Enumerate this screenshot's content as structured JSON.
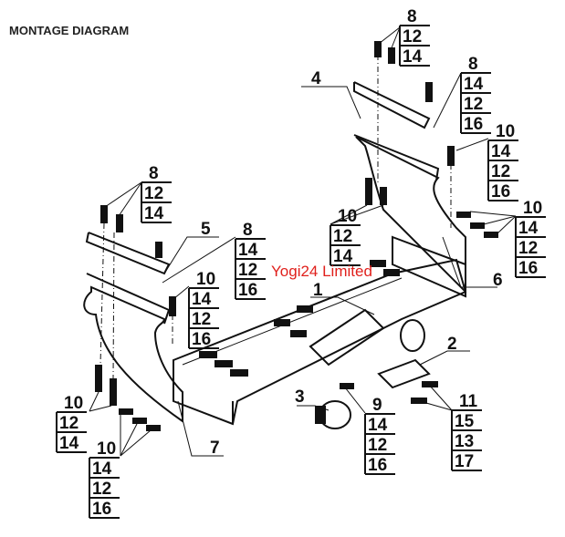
{
  "title": "MONTAGE DIAGRAM",
  "watermark": "Yogi24 Limited",
  "part_labels": {
    "p1": "1",
    "p2": "2",
    "p3": "3",
    "p4": "4",
    "p5": "5",
    "p6": "6",
    "p7": "7"
  },
  "callouts": {
    "top_right_a": [
      "8",
      "12",
      "14"
    ],
    "top_right_b": [
      "8",
      "14",
      "12",
      "16"
    ],
    "right_c": [
      "10",
      "14",
      "12",
      "16"
    ],
    "right_d": [
      "10",
      "14",
      "12",
      "16"
    ],
    "middle_e": [
      "10",
      "12",
      "14"
    ],
    "left_f": [
      "8",
      "12",
      "14"
    ],
    "left_g": [
      "8",
      "14",
      "12",
      "16"
    ],
    "left_h": [
      "10",
      "14",
      "12",
      "16"
    ],
    "center_i": [
      "9",
      "14",
      "12",
      "16"
    ],
    "center_j": [
      "11",
      "15",
      "13",
      "17"
    ],
    "bottom_k": [
      "10",
      "12",
      "14"
    ],
    "bottom_l": [
      "10",
      "14",
      "12",
      "16"
    ]
  }
}
